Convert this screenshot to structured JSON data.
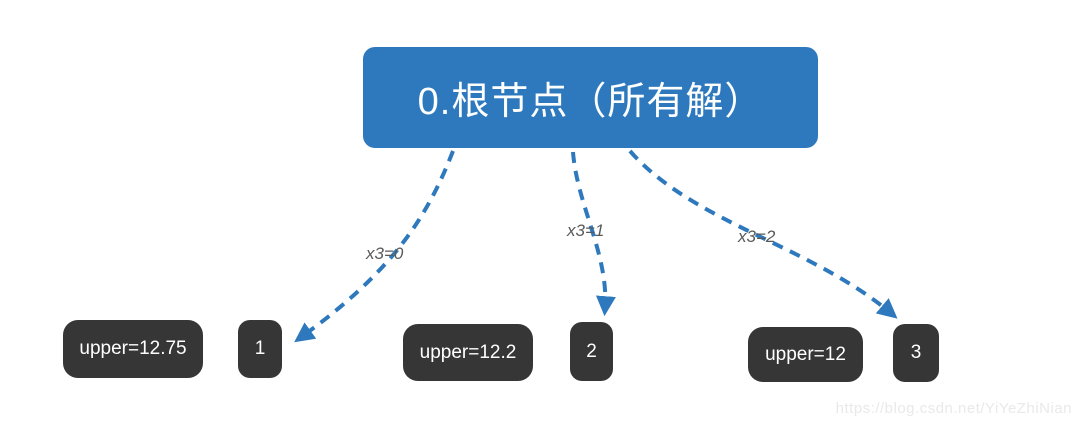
{
  "diagram": {
    "root": {
      "label": "0.根节点（所有解）"
    },
    "edges": [
      {
        "label": "x3=0"
      },
      {
        "label": "x3=1"
      },
      {
        "label": "x3=2"
      }
    ],
    "nodes": [
      {
        "label": "upper=12.75"
      },
      {
        "label": "1"
      },
      {
        "label": "upper=12.2"
      },
      {
        "label": "2"
      },
      {
        "label": "upper=12"
      },
      {
        "label": "3"
      }
    ],
    "colors": {
      "root_fill": "#2e79bd",
      "edge_stroke": "#2e79bd",
      "node_fill": "#363636",
      "edge_label_color": "#595959",
      "text_on_fill": "#ffffff"
    }
  },
  "watermark": "https://blog.csdn.net/YiYeZhiNian"
}
